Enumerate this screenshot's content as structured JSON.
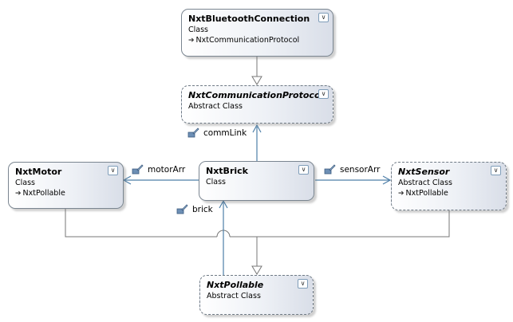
{
  "classes": {
    "bluetooth": {
      "name": "NxtBluetoothConnection",
      "stereotype": "Class",
      "base": "NxtCommunicationProtocol",
      "icon": "chevron-down-icon"
    },
    "protocol": {
      "name": "NxtCommunicationProtocol",
      "stereotype": "Abstract Class",
      "icon": "chevron-down-icon"
    },
    "motor": {
      "name": "NxtMotor",
      "stereotype": "Class",
      "base": "NxtPollable",
      "icon": "chevron-down-icon"
    },
    "brick": {
      "name": "NxtBrick",
      "stereotype": "Class",
      "icon": "chevron-down-icon"
    },
    "sensor": {
      "name": "NxtSensor",
      "stereotype": "Abstract Class",
      "base": "NxtPollable",
      "icon": "chevron-down-icon"
    },
    "pollable": {
      "name": "NxtPollable",
      "stereotype": "Abstract Class",
      "icon": "chevron-down-icon"
    }
  },
  "associations": {
    "commLink": {
      "label": "commLink",
      "icon": "property-icon"
    },
    "motorArr": {
      "label": "motorArr",
      "icon": "property-icon"
    },
    "sensorArr": {
      "label": "sensorArr",
      "icon": "property-icon"
    },
    "brick": {
      "label": "brick",
      "icon": "property-icon"
    }
  },
  "colors": {
    "association": "#4e7fa8",
    "inheritance": "#777777"
  }
}
